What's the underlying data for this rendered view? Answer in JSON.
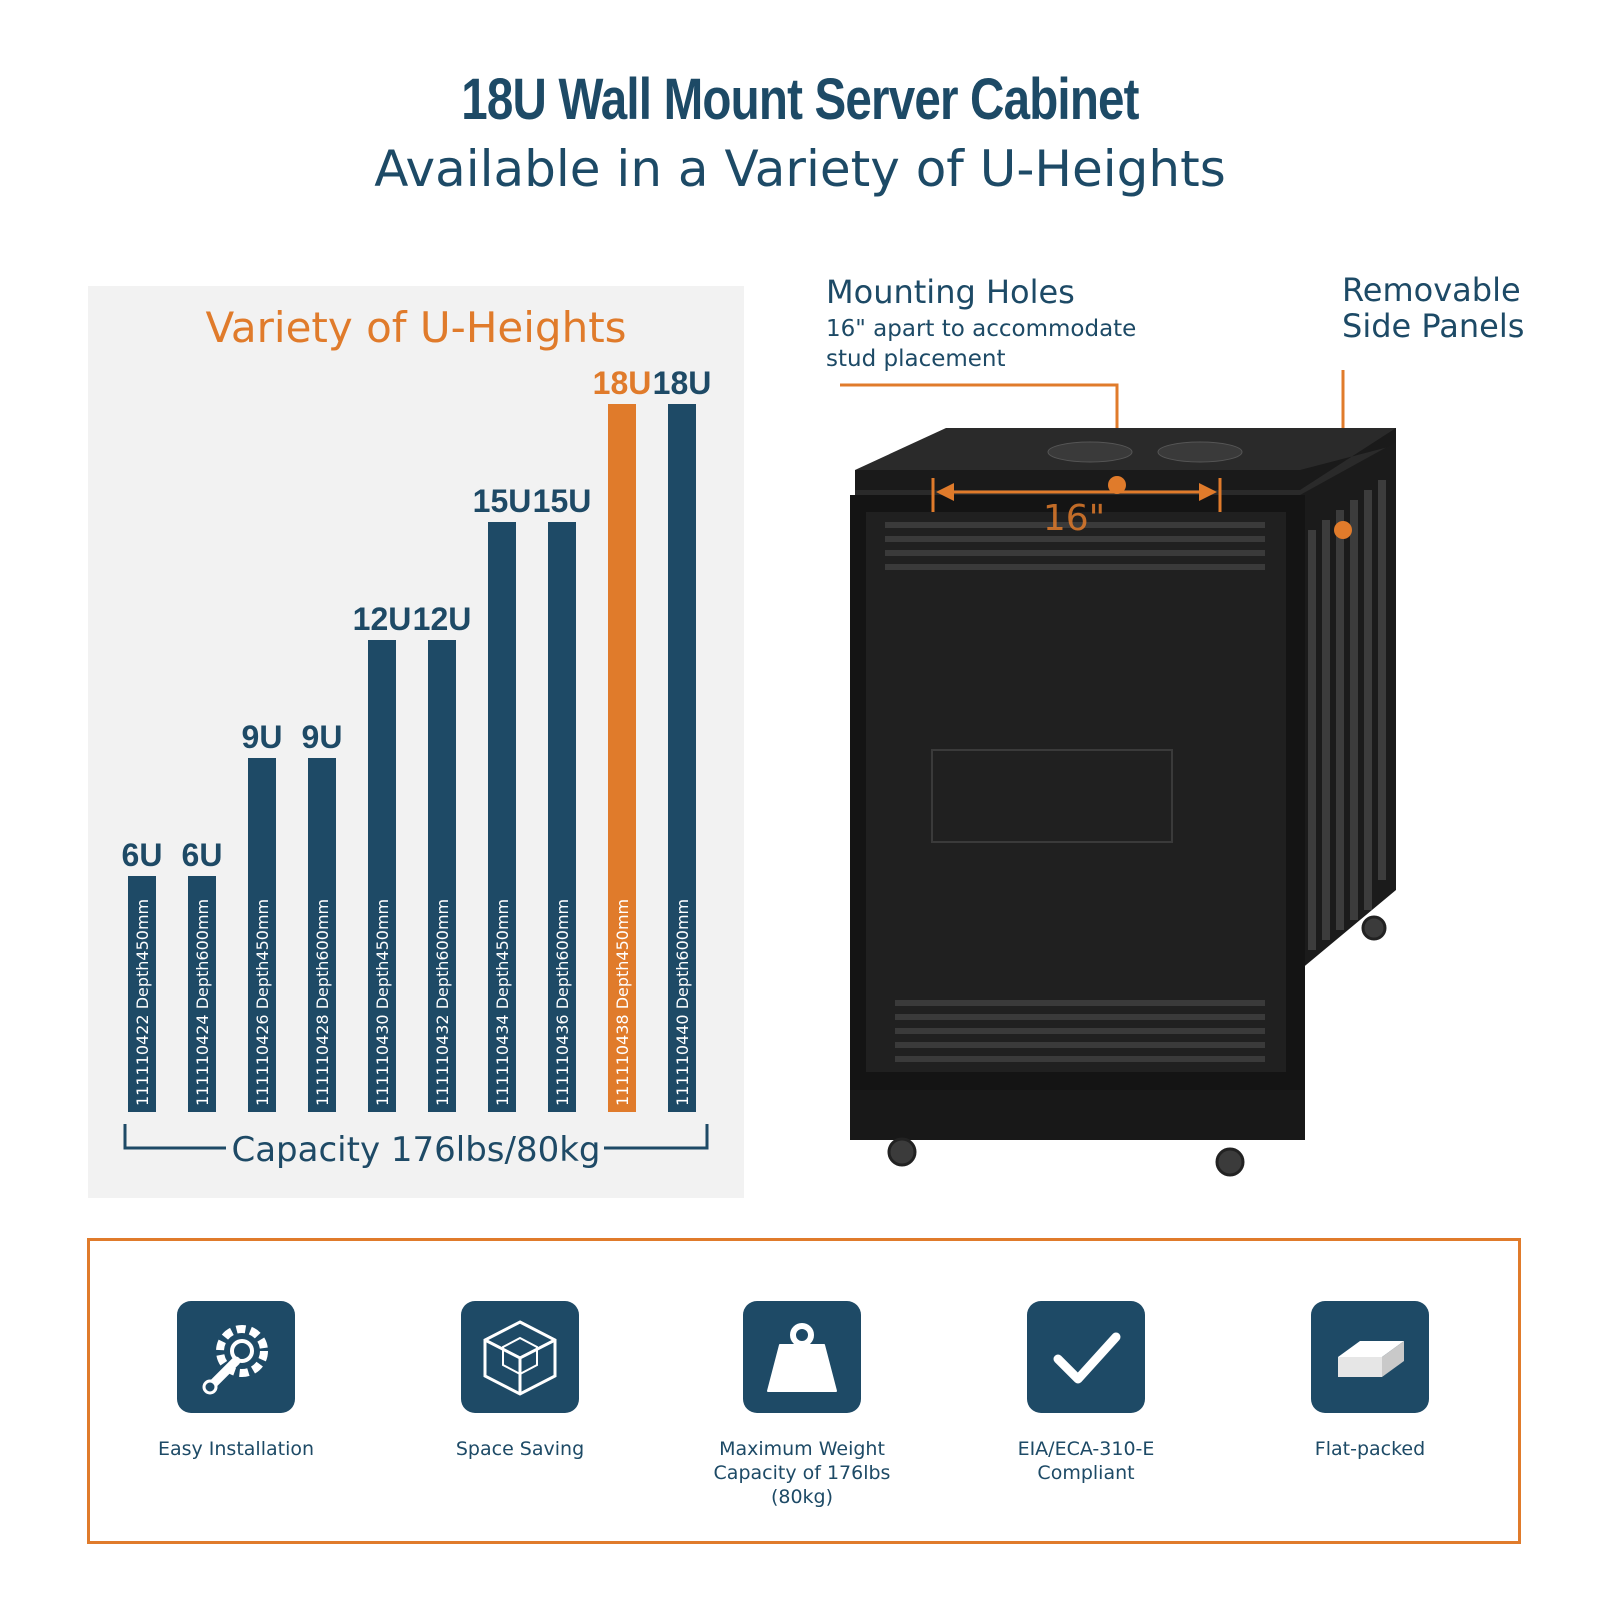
{
  "header": {
    "title": "18U Wall Mount Server Cabinet",
    "subtitle": "Available in a Variety of U-Heights"
  },
  "colors": {
    "navy": "#1e4a66",
    "orange": "#e07b2b",
    "panel_bg": "#f2f2f2"
  },
  "chart_data": {
    "type": "bar",
    "title": "Variety of U-Heights",
    "categories": [
      "111110422",
      "111110424",
      "111110426",
      "111110428",
      "111110430",
      "111110432",
      "111110434",
      "111110436",
      "111110438",
      "111110440"
    ],
    "bar_labels": [
      "6U",
      "6U",
      "9U",
      "9U",
      "12U",
      "12U",
      "15U",
      "15U",
      "18U",
      "18U"
    ],
    "inner_labels": [
      "111110422  Depth450mm",
      "111110424  Depth600mm",
      "111110426  Depth450mm",
      "111110428  Depth600mm",
      "111110430  Depth450mm",
      "111110432  Depth600mm",
      "111110434  Depth450mm",
      "111110436  Depth600mm",
      "111110438  Depth450mm",
      "111110440  Depth600mm"
    ],
    "values": [
      6,
      6,
      9,
      9,
      12,
      12,
      15,
      15,
      18,
      18
    ],
    "highlight_index": 8,
    "ylim": [
      0,
      18
    ],
    "grid": false,
    "legend": "none",
    "capacity_label": "Capacity 176lbs/80kg"
  },
  "callouts": {
    "mounting_holes": {
      "title": "Mounting Holes",
      "line1": "16\" apart to accommodate",
      "line2": "stud placement",
      "measure": "16\""
    },
    "side_panels": {
      "line1": "Removable",
      "line2": "Side Panels"
    }
  },
  "features": [
    {
      "icon": "wrench-gear-icon",
      "line1": "Easy Installation",
      "line2": ""
    },
    {
      "icon": "cube-icon",
      "line1": "Space Saving",
      "line2": ""
    },
    {
      "icon": "weight-icon",
      "line1": "Maximum Weight",
      "line2": "Capacity of 176lbs (80kg)"
    },
    {
      "icon": "checkmark-icon",
      "line1": "EIA/ECA-310-E",
      "line2": "Compliant"
    },
    {
      "icon": "flat-box-icon",
      "line1": "Flat-packed",
      "line2": ""
    }
  ]
}
